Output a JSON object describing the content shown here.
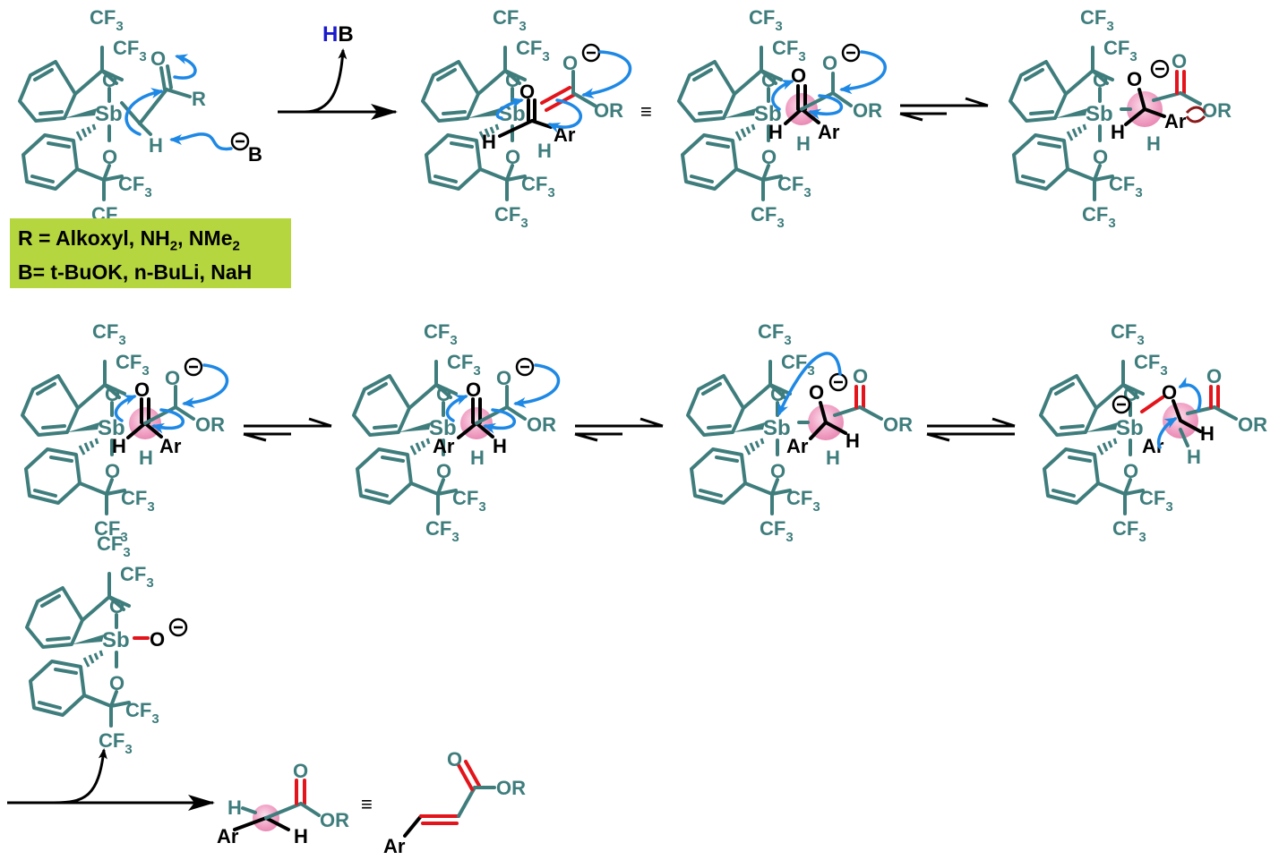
{
  "figure": {
    "type": "reaction-mechanism-scheme",
    "colors": {
      "structure": "#3f7d7d",
      "electron_arrow": "#1e88e5",
      "new_bond": "#e3141b",
      "highlight_atom": "#f2a7c8",
      "note_background": "#b5d63f",
      "reagent_H": "#1a1acc",
      "text": "#000000"
    }
  },
  "labels": {
    "CF3": "CF",
    "sub3": "3",
    "O": "O",
    "Sb": "Sb",
    "H": "H",
    "R": "R",
    "B": "B",
    "Ar": "Ar",
    "OR": "OR",
    "minus": "−",
    "equiv": "≡"
  },
  "byproduct_top": {
    "H": "H",
    "B": "B"
  },
  "note": {
    "line1_prefix": "R = Alkoxyl, NH",
    "line1_sub": "2",
    "line1_mid": ", NMe",
    "line1_sub2": "2",
    "line2": "B= t-BuOK, n-BuLi, NaH"
  },
  "structures": [
    {
      "id": "start-enolizable",
      "substituents": [
        "O",
        "R",
        "H",
        "B−"
      ]
    },
    {
      "id": "enolate-aldehyde-complex",
      "substituents": [
        "O",
        "H",
        "Ar",
        "H",
        "O−",
        "OR"
      ]
    },
    {
      "id": "enolate-aldehyde-equiv",
      "substituents": [
        "O",
        "H",
        "Ar",
        "H",
        "O−",
        "OR"
      ]
    },
    {
      "id": "aldol-alkoxide-anti",
      "substituents": [
        "O−",
        "H",
        "Ar",
        "H",
        "O",
        "OR"
      ]
    },
    {
      "id": "row2-complex-1",
      "substituents": [
        "O",
        "H",
        "Ar",
        "H",
        "O−",
        "OR"
      ]
    },
    {
      "id": "row2-complex-2",
      "substituents": [
        "O",
        "Ar",
        "H",
        "H",
        "O−",
        "OR"
      ]
    },
    {
      "id": "row2-alkoxide",
      "substituents": [
        "O−",
        "Ar",
        "H",
        "H",
        "O",
        "OR"
      ]
    },
    {
      "id": "row2-ate-complex",
      "substituents": [
        "O",
        "Ar",
        "H",
        "H",
        "O",
        "OR",
        "Sb−"
      ]
    },
    {
      "id": "sb-oxide-byproduct",
      "substituents": [
        "O−"
      ]
    },
    {
      "id": "product-alkene",
      "substituents": [
        "H",
        "Ar",
        "H",
        "O",
        "OR"
      ]
    },
    {
      "id": "product-cinnamate",
      "substituents": [
        "Ar",
        "O",
        "OR"
      ]
    }
  ]
}
